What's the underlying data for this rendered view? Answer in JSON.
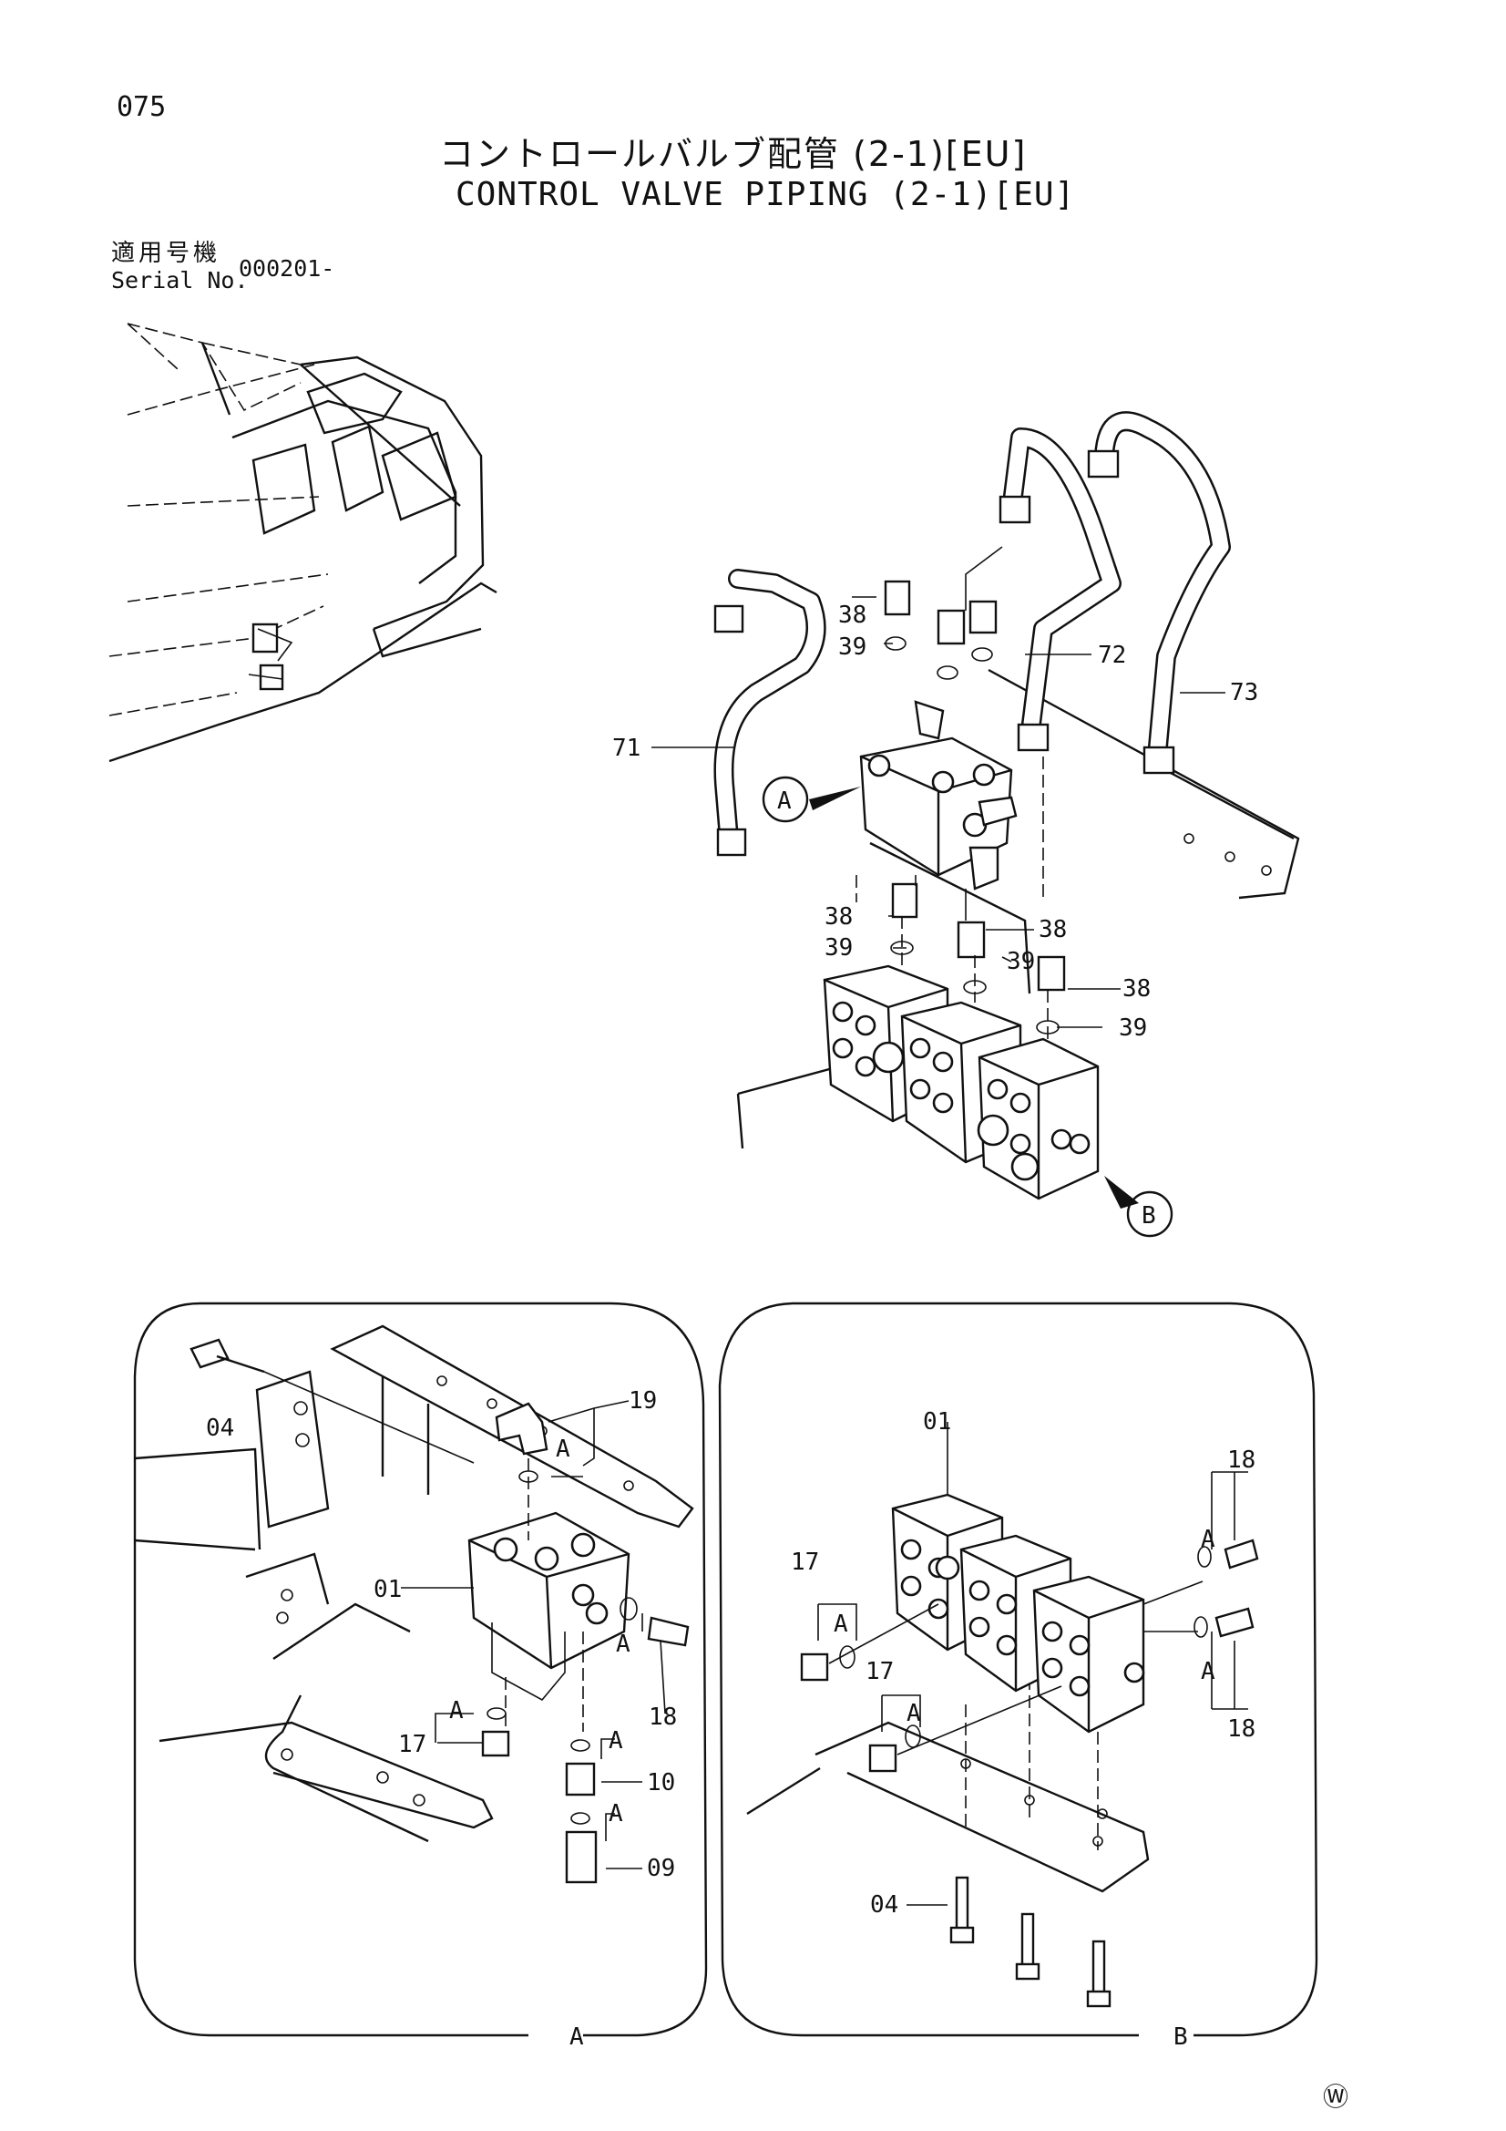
{
  "header": {
    "page_number": "075",
    "title_jp": "コントロールバルブ配管 (2-1)[EU]",
    "title_en": "CONTROL VALVE PIPING (2-1)[EU]",
    "serial_label_jp": "適用号機",
    "serial_label_en": "Serial No.",
    "serial_value": "000201-"
  },
  "main_view": {
    "callouts": [
      "38",
      "39",
      "71",
      "72",
      "73",
      "38",
      "39",
      "38",
      "39",
      "38",
      "39"
    ],
    "detail_refs": [
      "A",
      "B"
    ]
  },
  "detail_a": {
    "caption": "A",
    "callouts": [
      "04",
      "19",
      "01",
      "18",
      "17",
      "10",
      "09"
    ],
    "port_marks": [
      "A",
      "A",
      "A",
      "A",
      "A"
    ]
  },
  "detail_b": {
    "caption": "B",
    "callouts": [
      "01",
      "18",
      "17",
      "17",
      "18",
      "04"
    ],
    "port_marks": [
      "A",
      "A",
      "A",
      "A"
    ]
  },
  "footer": {
    "mark": "Ⓦ"
  }
}
